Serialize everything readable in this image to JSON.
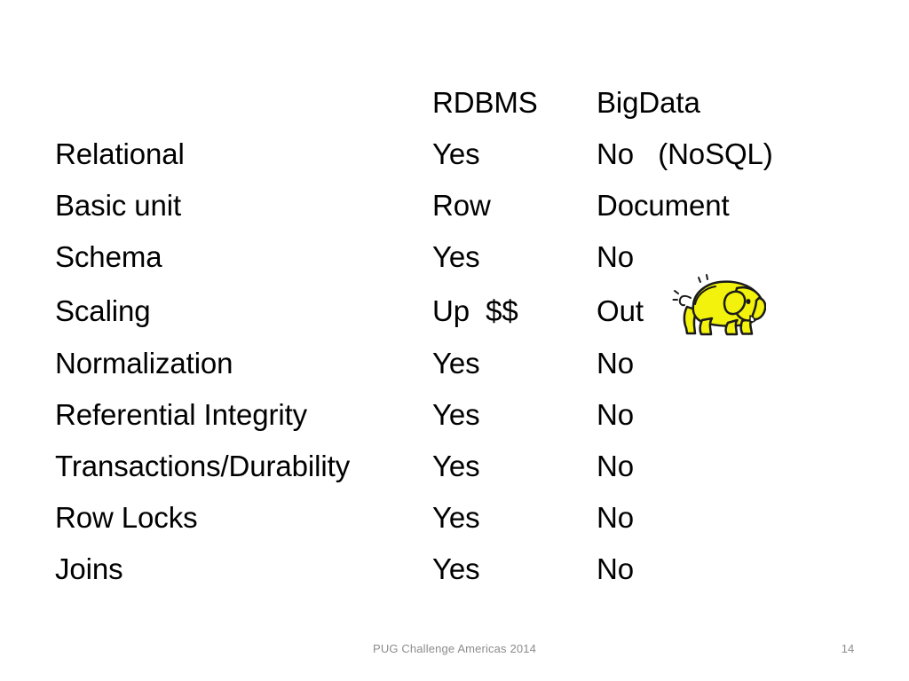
{
  "slide": {
    "background_color": "#ffffff",
    "text_color": "#000000"
  },
  "table": {
    "header": {
      "label": "",
      "rdbms": "RDBMS",
      "bigdata": "BigData"
    },
    "column_headers": [
      "",
      "RDBMS",
      "BigData"
    ],
    "rows": [
      {
        "label": "Relational",
        "rdbms": "Yes",
        "bigdata": "No   (NoSQL)"
      },
      {
        "label": "Basic unit",
        "rdbms": "Row",
        "bigdata": "Document"
      },
      {
        "label": "Schema",
        "rdbms": "Yes",
        "bigdata": "No"
      },
      {
        "label": "Scaling",
        "rdbms": "Up  $$",
        "bigdata": "Out"
      },
      {
        "label": "Normalization",
        "rdbms": "Yes",
        "bigdata": "No"
      },
      {
        "label": "Referential Integrity",
        "rdbms": "Yes",
        "bigdata": "No"
      },
      {
        "label": "Transactions/Durability",
        "rdbms": "Yes",
        "bigdata": "No"
      },
      {
        "label": "Row Locks",
        "rdbms": "Yes",
        "bigdata": "No"
      },
      {
        "label": "Joins",
        "rdbms": "Yes",
        "bigdata": "No"
      }
    ]
  },
  "logo": {
    "name": "hadoop-elephant-icon",
    "body_color": "#f2f20d",
    "outline_color": "#1a1a1a"
  },
  "footer": {
    "note": "PUG Challenge Americas 2014",
    "page_number": "14",
    "color": "#8c8c8c"
  }
}
